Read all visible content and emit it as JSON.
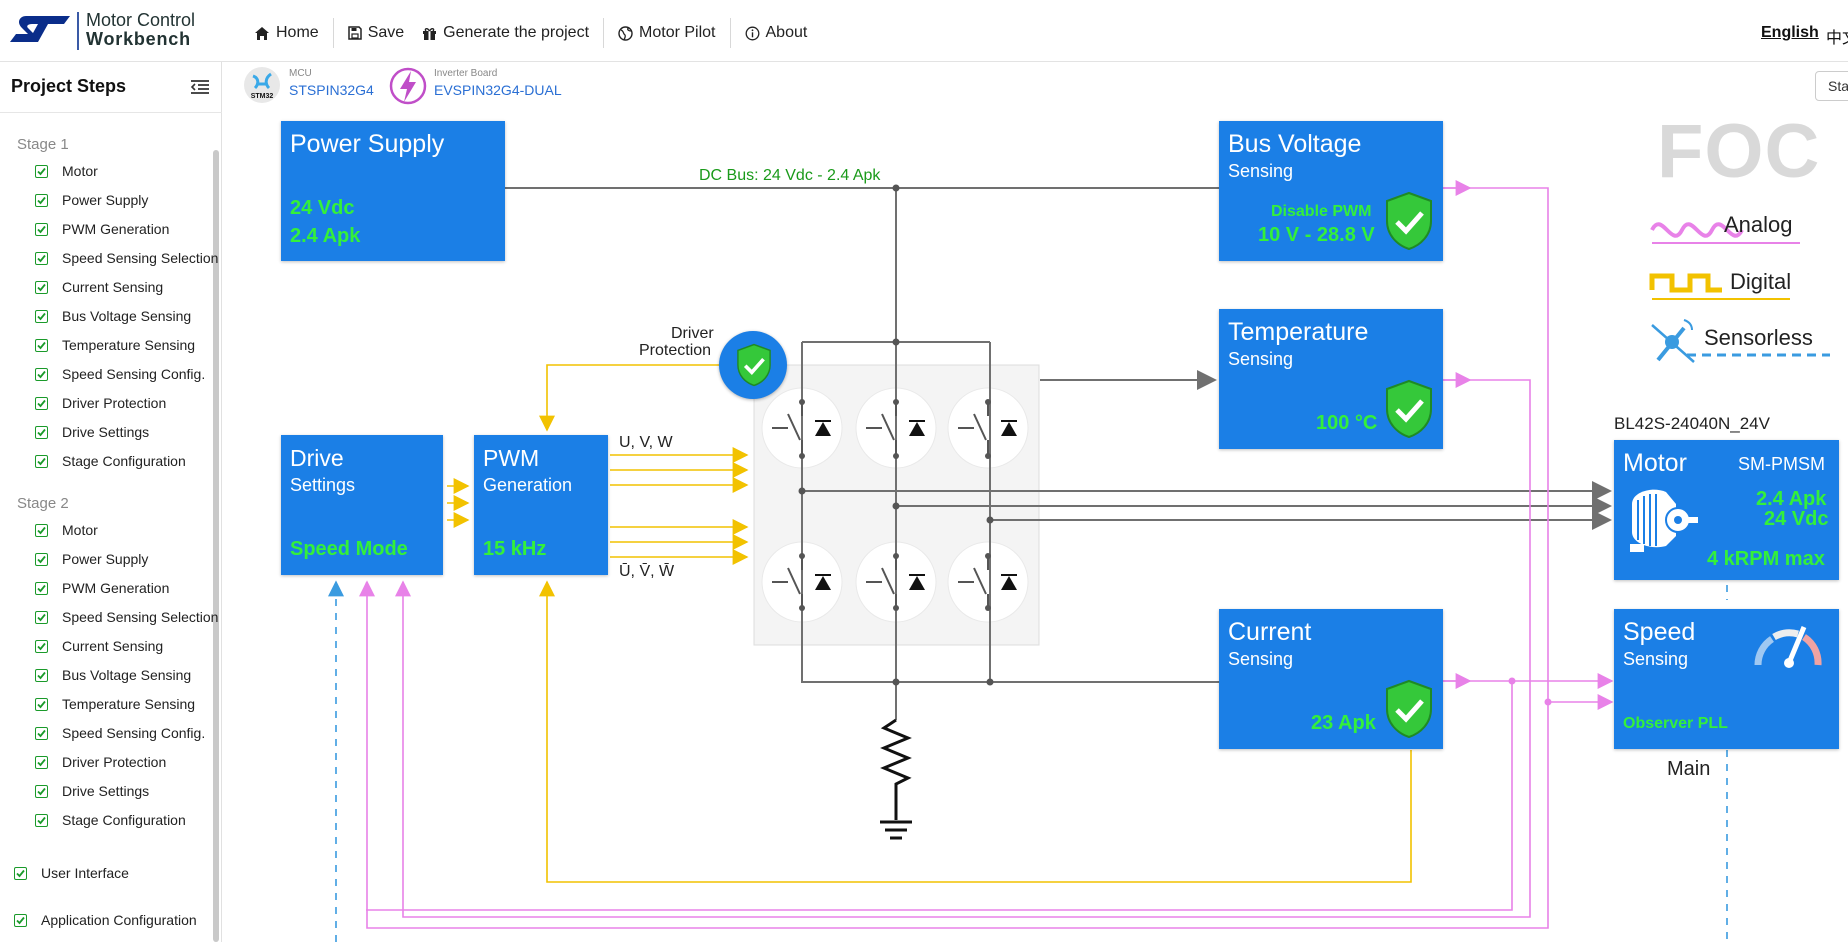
{
  "app": {
    "title_line1": "Motor Control",
    "title_line2": "Workbench"
  },
  "nav": {
    "home": "Home",
    "save": "Save",
    "generate": "Generate the project",
    "motor_pilot": "Motor Pilot",
    "about": "About",
    "language": "English",
    "language_alt": "中文"
  },
  "sidebar": {
    "title": "Project Steps",
    "stage1": {
      "label": "Stage 1",
      "items": [
        "Motor",
        "Power Supply",
        "PWM Generation",
        "Speed Sensing Selection",
        "Current Sensing",
        "Bus Voltage Sensing",
        "Temperature Sensing",
        "Speed Sensing Config.",
        "Driver Protection",
        "Drive Settings",
        "Stage Configuration"
      ]
    },
    "stage2": {
      "label": "Stage 2",
      "items": [
        "Motor",
        "Power Supply",
        "PWM Generation",
        "Speed Sensing Selection",
        "Current Sensing",
        "Bus Voltage Sensing",
        "Temperature Sensing",
        "Speed Sensing Config.",
        "Driver Protection",
        "Drive Settings",
        "Stage Configuration"
      ]
    },
    "user_interface": "User Interface",
    "application_configuration": "Application Configuration"
  },
  "header_chips": {
    "mcu_label": "MCU",
    "mcu_value": "STSPIN32G4",
    "mcu_icon_text": "STM32",
    "board_label": "Inverter Board",
    "board_value": "EVSPIN32G4-DUAL",
    "stage_button": "Sta"
  },
  "diagram": {
    "power_supply": {
      "title": "Power Supply",
      "voltage": "24 Vdc",
      "current": "2.4 Apk"
    },
    "dc_bus_label": "DC Bus: 24 Vdc - 2.4 Apk",
    "bus_voltage": {
      "title": "Bus Voltage",
      "subtitle": "Sensing",
      "note": "Disable PWM",
      "range": "10 V - 28.8 V"
    },
    "temperature": {
      "title": "Temperature",
      "subtitle": "Sensing",
      "value": "100 °C"
    },
    "current": {
      "title": "Current",
      "subtitle": "Sensing",
      "value": "23 Apk"
    },
    "drive": {
      "title": "Drive",
      "subtitle": "Settings",
      "mode": "Speed Mode"
    },
    "pwm": {
      "title": "PWM",
      "subtitle": "Generation",
      "freq": "15 kHz"
    },
    "uvw_label": "U, V, W",
    "uvw_bar_label": "Ū, V̄, W̄",
    "driver_protection_line1": "Driver",
    "driver_protection_line2": "Protection",
    "motor": {
      "model": "BL42S-24040N_24V",
      "title": "Motor",
      "type": "SM-PMSM",
      "current": "2.4 Apk",
      "voltage": "24 Vdc",
      "speed": "4 kRPM max"
    },
    "speed": {
      "title": "Speed",
      "subtitle": "Sensing",
      "method": "Observer PLL",
      "caption": "Main"
    },
    "foc": "FOC",
    "legend": {
      "analog": "Analog",
      "digital": "Digital",
      "sensorless": "Sensorless"
    }
  },
  "colors": {
    "block": "#1b7fe6",
    "value_green": "#34f03a",
    "analog": "#e882e8",
    "digital": "#f2c200",
    "sensorless": "#3a9be0",
    "wire": "#707070"
  }
}
